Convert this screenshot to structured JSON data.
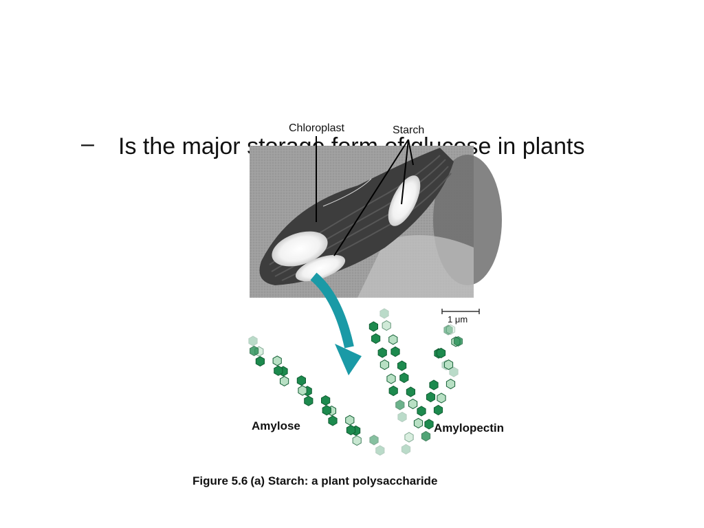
{
  "bullet": {
    "dash": "–",
    "text": "Is the major storage form of glucose in plants"
  },
  "figure": {
    "labels": {
      "chloroplast": "Chloroplast",
      "starch": "Starch",
      "scale_bar": "1 μm",
      "amylose": "Amylose",
      "amylopectin": "Amylopectin"
    },
    "caption": {
      "figure_number": "Figure 5.6",
      "text": "(a) Starch: a plant polysaccharide"
    },
    "colors": {
      "arrow": "#1a9aa6",
      "glucose_dark": "#1d8a4e",
      "glucose_light": "#b8e0c4",
      "micrograph_bg": "#8e8e8e"
    }
  }
}
